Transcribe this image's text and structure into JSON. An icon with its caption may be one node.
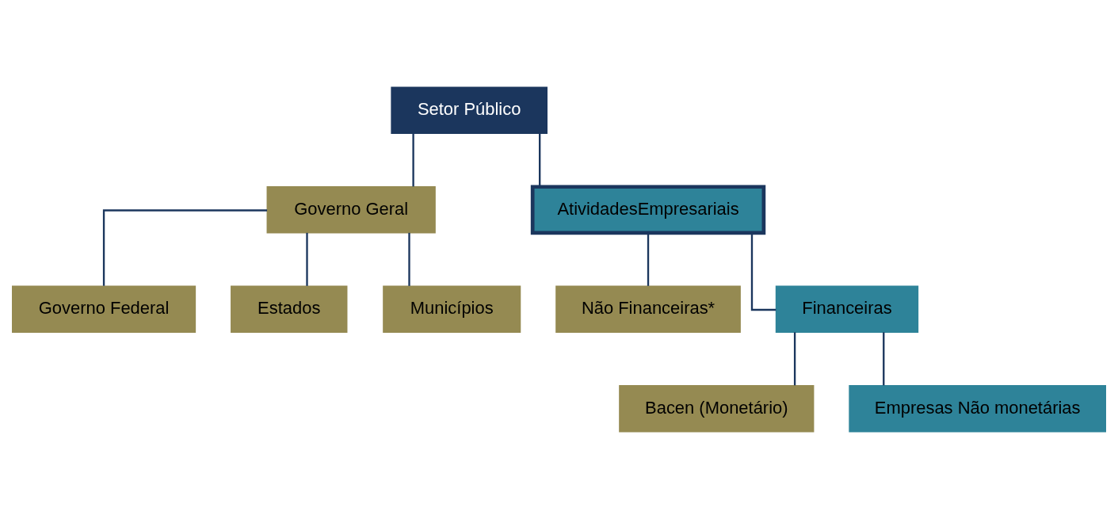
{
  "diagram": {
    "nodes": [
      {
        "text": [
          "Setor Público"
        ]
      },
      {
        "text": [
          "Governo Geral"
        ]
      },
      {
        "text": [
          "AtividadesEmpresariais"
        ]
      },
      {
        "text": [
          "Governo Federal"
        ]
      },
      {
        "text": [
          "Estados"
        ]
      },
      {
        "text": [
          "Municípios"
        ]
      },
      {
        "text": [
          "Não Financeiras*"
        ]
      },
      {
        "text": [
          "Financeiras"
        ]
      },
      {
        "text": [
          "Bacen (Monetário)"
        ]
      },
      {
        "text": [
          "Empresas Não monetárias"
        ]
      }
    ],
    "edges": [
      {
        "from": 0,
        "to": 1,
        "arrow": "none"
      },
      {
        "from": 0,
        "to": 2,
        "arrow": "none"
      },
      {
        "from": 1,
        "to": 3,
        "arrow": "none"
      },
      {
        "from": 1,
        "to": 4,
        "arrow": "none"
      },
      {
        "from": 1,
        "to": 5,
        "arrow": "none"
      },
      {
        "from": 2,
        "to": 6,
        "arrow": "none"
      },
      {
        "from": 2,
        "to": 7,
        "arrow": "none"
      },
      {
        "from": 7,
        "to": 8,
        "arrow": "none"
      },
      {
        "from": 7,
        "to": 9,
        "arrow": "none"
      }
    ]
  }
}
